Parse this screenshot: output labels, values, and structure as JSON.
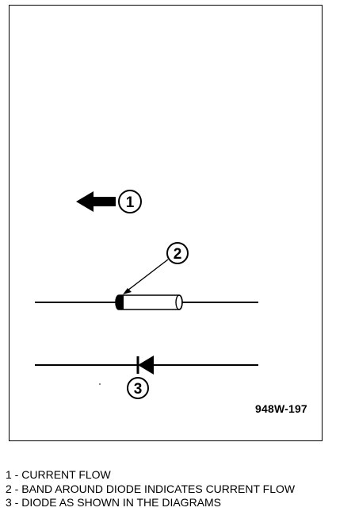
{
  "callouts": {
    "one": "1",
    "two": "2",
    "three": "3"
  },
  "figure_code": "948W-197",
  "legend": {
    "items": [
      {
        "number": "1",
        "text": "CURRENT FLOW"
      },
      {
        "number": "2",
        "text": "BAND AROUND DIODE INDICATES CURRENT FLOW"
      },
      {
        "number": "3",
        "text": "DIODE AS SHOWN IN THE DIAGRAMS"
      }
    ],
    "separator": " - "
  },
  "colors": {
    "ink": "#000000",
    "background": "#ffffff"
  }
}
